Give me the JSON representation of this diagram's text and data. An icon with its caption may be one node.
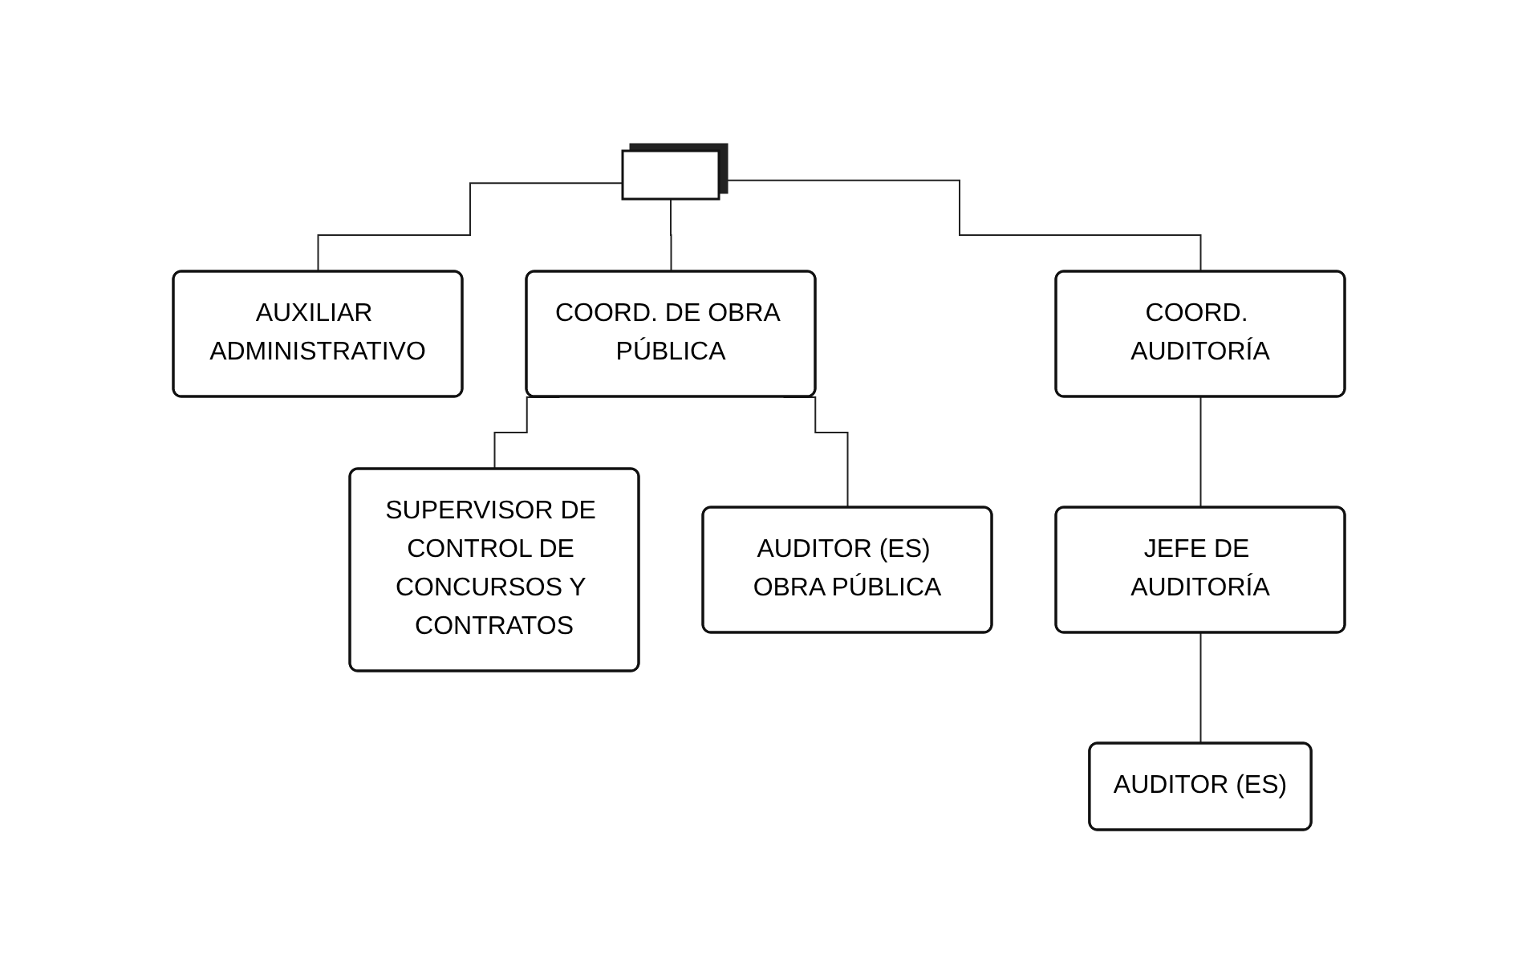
{
  "diagram": {
    "nodes": [
      {
        "text": [],
        "shape": "box"
      },
      {
        "text": [
          "AUXILIAR ADMINISTRATIVO"
        ]
      },
      {
        "text": [
          "COORD. DE OBRA PÚBLICA"
        ]
      },
      {
        "text": [
          "SUPERVISOR DE CONTROL DE CONCURSOS Y CONTRATOS"
        ]
      },
      {
        "text": [
          "AUDITOR (ES) OBRA PÚBLICA"
        ]
      },
      {
        "text": [
          "COORD. AUDITORÍA"
        ]
      },
      {
        "text": [
          "JEFE DE AUDITORÍA"
        ]
      },
      {
        "text": [
          "AUDITOR (ES)"
        ]
      }
    ],
    "edges": [
      {
        "from": 0,
        "to": 1,
        "arrow": "none"
      },
      {
        "from": 0,
        "to": 2,
        "arrow": "none"
      },
      {
        "from": 0,
        "to": 5,
        "arrow": "none"
      },
      {
        "from": 2,
        "to": 3,
        "arrow": "none"
      },
      {
        "from": 2,
        "to": 4,
        "arrow": "none"
      },
      {
        "from": 5,
        "to": 6,
        "arrow": "none"
      },
      {
        "from": 6,
        "to": 7,
        "arrow": "none"
      }
    ]
  }
}
